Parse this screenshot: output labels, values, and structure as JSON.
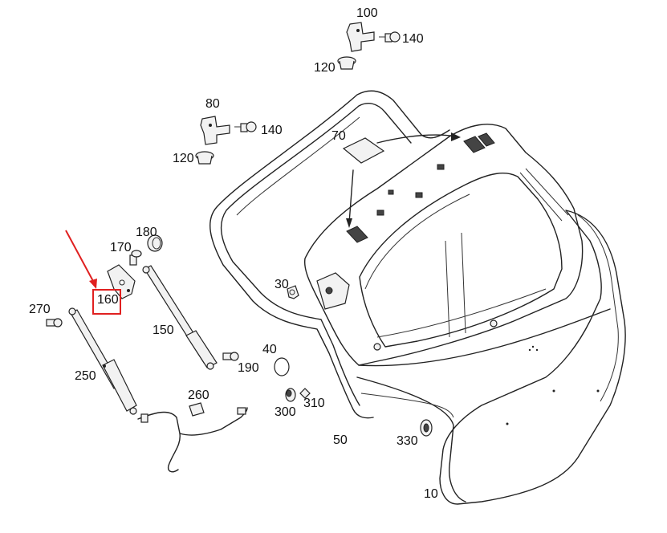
{
  "diagram": {
    "callouts": [
      "100",
      "140",
      "120",
      "80",
      "140",
      "120",
      "70",
      "180",
      "170",
      "30",
      "270",
      "160",
      "150",
      "40",
      "190",
      "250",
      "260",
      "300",
      "310",
      "50",
      "330",
      "10"
    ],
    "highlighted_callout": "160",
    "colors": {
      "highlight": "#e02020",
      "line": "#222222",
      "part_fill": "#f2f2f2"
    }
  }
}
